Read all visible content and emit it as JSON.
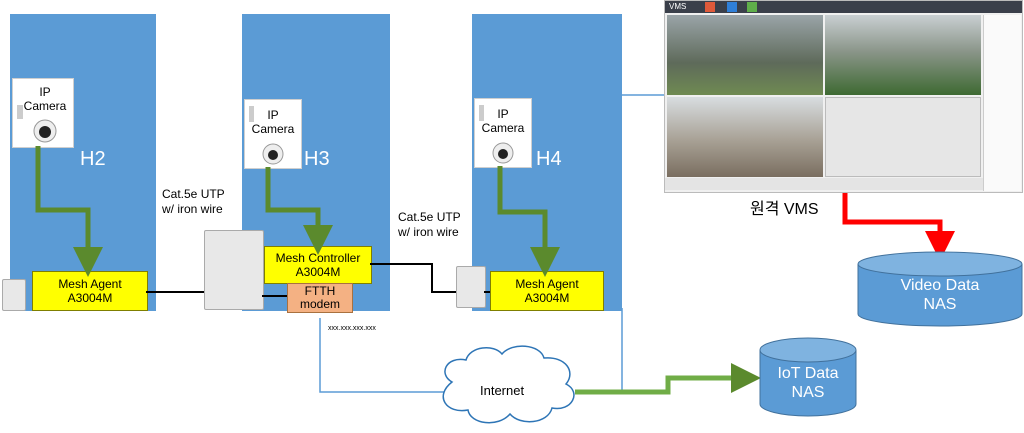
{
  "houses": [
    {
      "label": "H2"
    },
    {
      "label": "H3"
    },
    {
      "label": "H4"
    }
  ],
  "camera_label_line1": "IP",
  "camera_label_line2": "Camera",
  "devices": {
    "agent_h2": {
      "line1": "Mesh Agent",
      "line2": "A3004M"
    },
    "controller_h3": {
      "line1": "Mesh Controller",
      "line2": "A3004M"
    },
    "modem_h3": {
      "line1": "FTTH",
      "line2": "modem"
    },
    "agent_h4": {
      "line1": "Mesh Agent",
      "line2": "A3004M"
    }
  },
  "links": {
    "cable1_line1": "Cat.5e UTP",
    "cable1_line2": "w/ iron wire",
    "cable2_line1": "Cat.5e UTP",
    "cable2_line2": "w/ iron wire",
    "ip_address": "xxx.xxx.xxx.xxx"
  },
  "internet_label": "Internet",
  "vms": {
    "window_title": "VMS",
    "caption": "원격 VMS"
  },
  "storage": {
    "video_line1": "Video Data",
    "video_line2": "NAS",
    "iot_line1": "IoT Data",
    "iot_line2": "NAS"
  },
  "colors": {
    "house_fill": "#5b9bd5",
    "agent_fill": "#ffff00",
    "modem_fill": "#f4b183",
    "flow_green": "#5b8a2d",
    "flow_red": "#ff0000",
    "link_line": "#5b9bd5"
  }
}
